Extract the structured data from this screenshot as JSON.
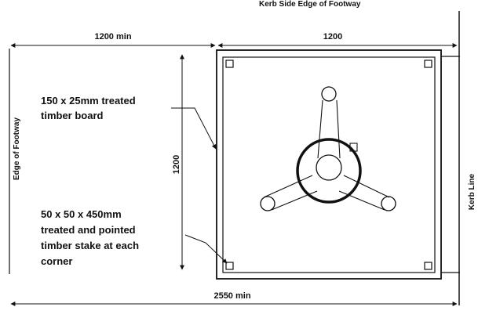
{
  "header_fragment": "Kerb Side Edge of Footway",
  "dimensions": {
    "top_left": "1200 min",
    "top_right": "1200",
    "vertical": "1200",
    "bottom": "2550 min"
  },
  "labels": {
    "edge_of_footway": "Edge of Footway",
    "kerb_line": "Kerb Line",
    "board_note": [
      "150 x 25mm treated",
      "timber board"
    ],
    "stake_note": [
      "50 x 50 x 450mm",
      "treated and pointed",
      "timber stake at each",
      "corner"
    ]
  },
  "colors": {
    "line": "#111111",
    "background": "#ffffff"
  }
}
